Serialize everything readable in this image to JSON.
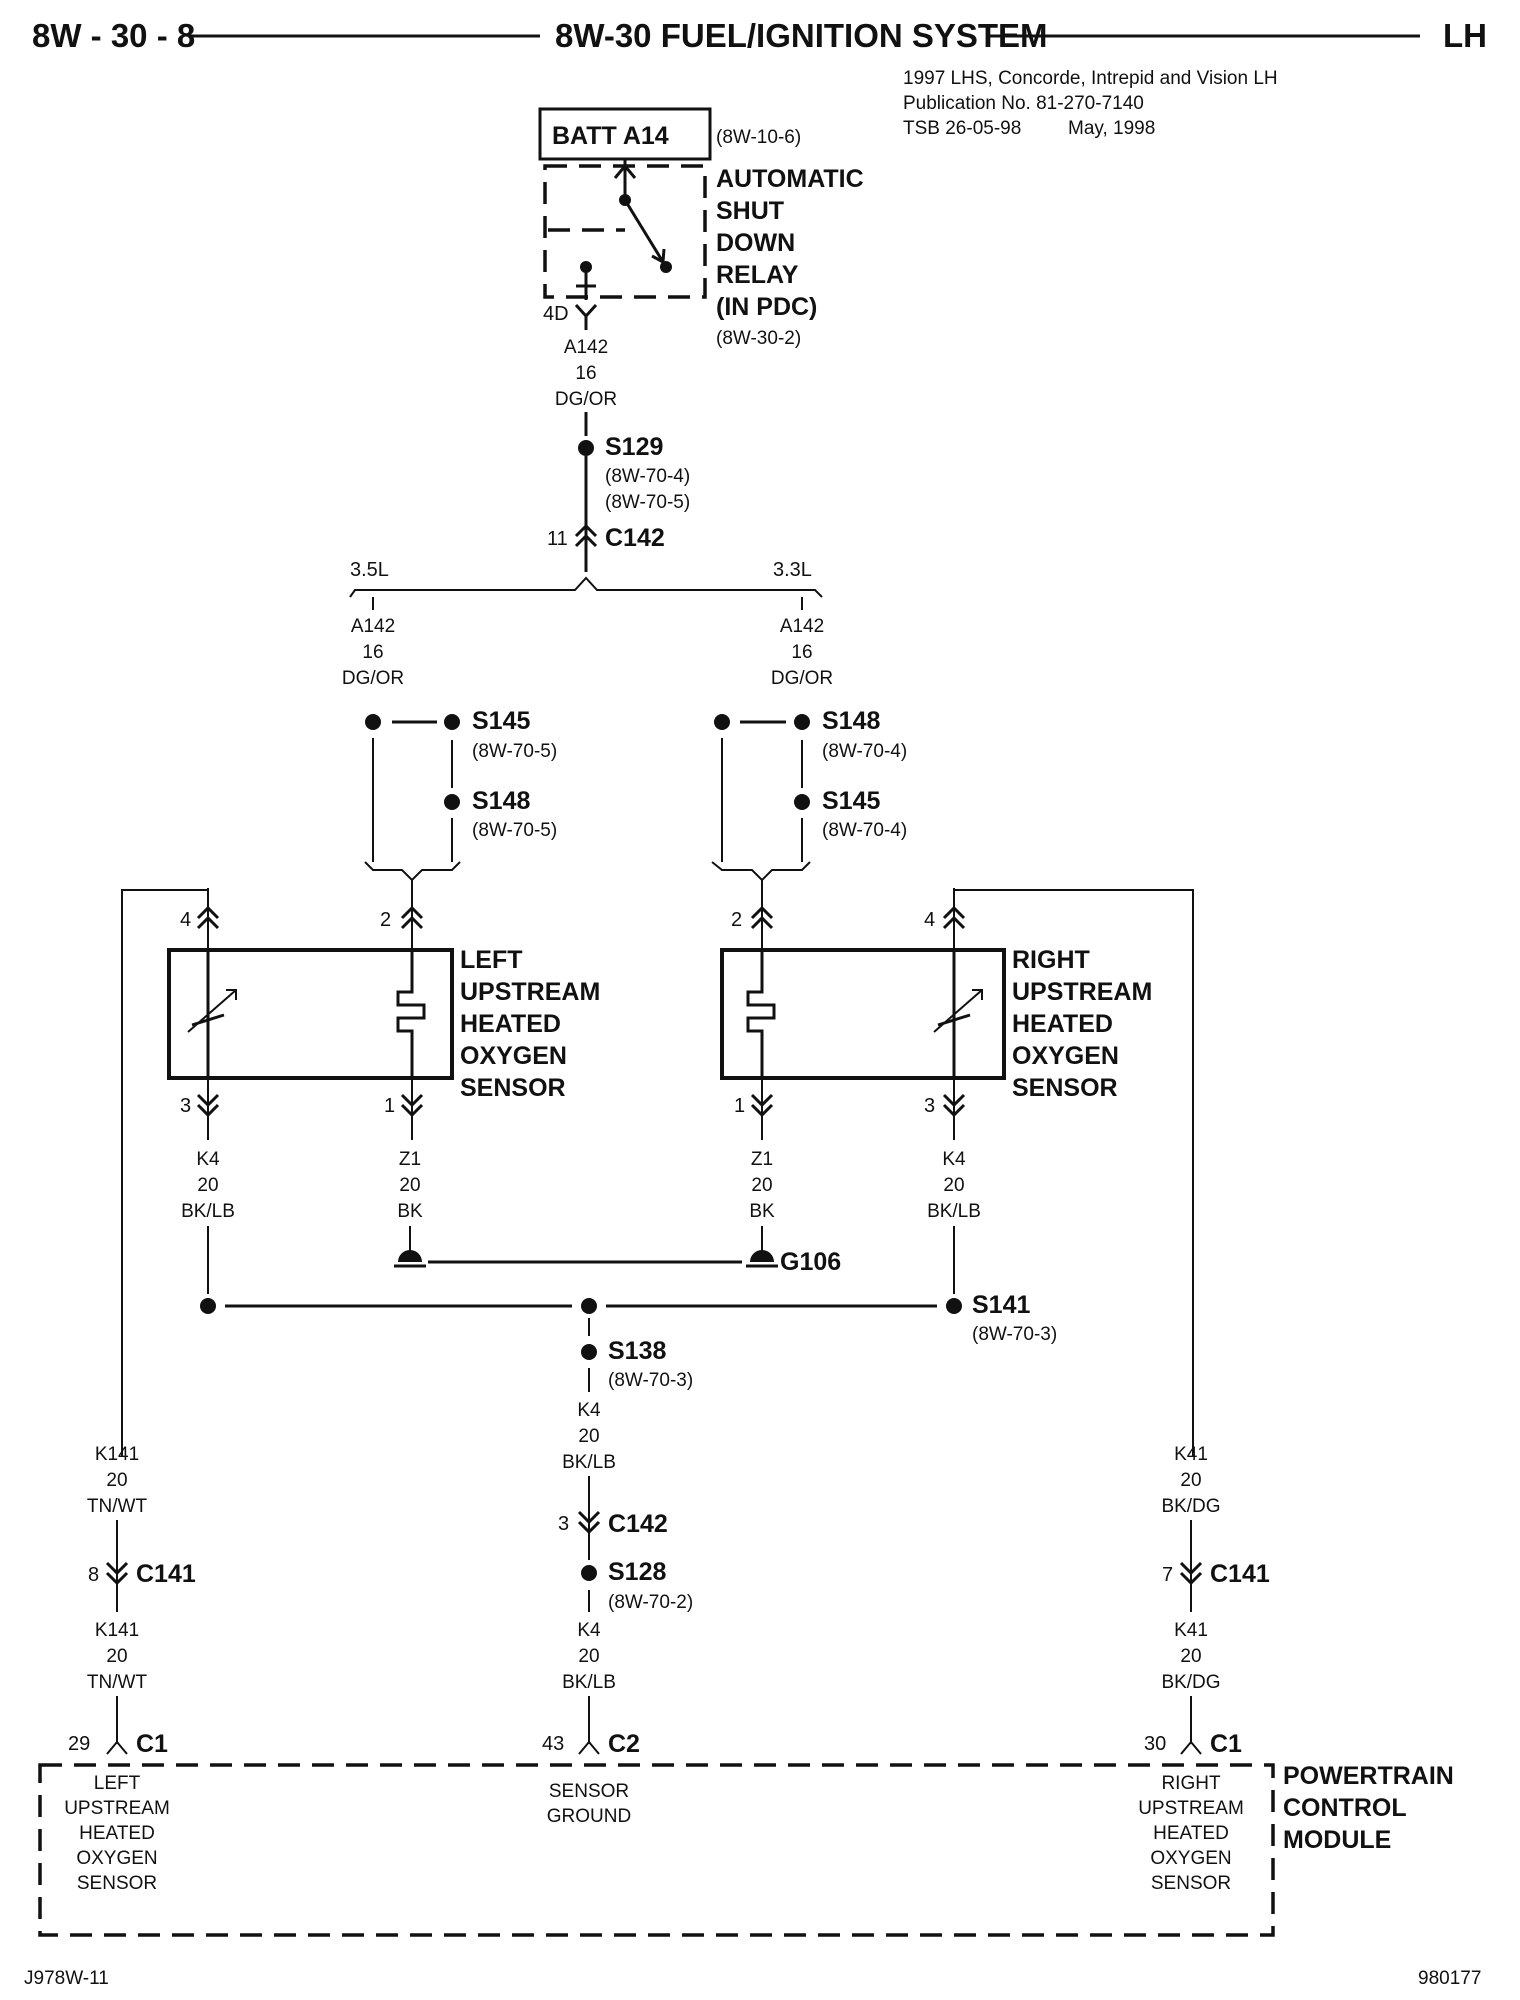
{
  "header": {
    "left": "8W - 30 - 8",
    "title": "8W-30 FUEL/IGNITION SYSTEM",
    "right": "LH",
    "pub_line1": "1997 LHS, Concorde, Intrepid and Vision LH",
    "pub_line2": "Publication No. 81-270-7140",
    "pub_line3_tsb": "TSB 26-05-98",
    "pub_line3_date": "May, 1998"
  },
  "top": {
    "batt_label": "BATT A14",
    "batt_ref": "(8W-10-6)",
    "relay_l1": "AUTOMATIC",
    "relay_l2": "SHUT",
    "relay_l3": "DOWN",
    "relay_l4": "RELAY",
    "relay_l5": "(IN PDC)",
    "relay_ref": "(8W-30-2)",
    "pin_4d": "4D",
    "w1_circuit": "A142",
    "w1_gauge": "16",
    "w1_color": "DG/OR",
    "s129": "S129",
    "s129_ref1": "(8W-70-4)",
    "s129_ref2": "(8W-70-5)",
    "c142_pin": "11",
    "c142": "C142"
  },
  "engine": {
    "left_label": "3.5L",
    "right_label": "3.3L"
  },
  "left_branch": {
    "circuit": "A142",
    "gauge": "16",
    "color": "DG/OR",
    "splice_a": "S145",
    "splice_a_ref": "(8W-70-5)",
    "splice_b": "S148",
    "splice_b_ref": "(8W-70-5)"
  },
  "right_branch": {
    "circuit": "A142",
    "gauge": "16",
    "color": "DG/OR",
    "splice_a": "S148",
    "splice_a_ref": "(8W-70-4)",
    "splice_b": "S145",
    "splice_b_ref": "(8W-70-4)"
  },
  "left_sensor": {
    "l1": "LEFT",
    "l2": "UPSTREAM",
    "l3": "HEATED",
    "l4": "OXYGEN",
    "l5": "SENSOR",
    "pin_top_sig": "4",
    "pin_top_heat": "2",
    "pin_bot_sig": "3",
    "pin_bot_heat": "1",
    "k4_circuit": "K4",
    "k4_gauge": "20",
    "k4_color": "BK/LB",
    "z1_circuit": "Z1",
    "z1_gauge": "20",
    "z1_color": "BK"
  },
  "right_sensor": {
    "l1": "RIGHT",
    "l2": "UPSTREAM",
    "l3": "HEATED",
    "l4": "OXYGEN",
    "l5": "SENSOR",
    "pin_top_heat": "2",
    "pin_top_sig": "4",
    "pin_bot_heat": "1",
    "pin_bot_sig": "3",
    "z1_circuit": "Z1",
    "z1_gauge": "20",
    "z1_color": "BK",
    "k4_circuit": "K4",
    "k4_gauge": "20",
    "k4_color": "BK/LB"
  },
  "ground": {
    "label": "G106"
  },
  "center": {
    "s141": "S141",
    "s141_ref": "(8W-70-3)",
    "s138": "S138",
    "s138_ref": "(8W-70-3)",
    "w_circuit": "K4",
    "w_gauge": "20",
    "w_color": "BK/LB",
    "c142_pin": "3",
    "c142": "C142",
    "s128": "S128",
    "s128_ref": "(8W-70-2)",
    "w2_circuit": "K4",
    "w2_gauge": "20",
    "w2_color": "BK/LB",
    "pcm_pin": "43",
    "pcm_conn": "C2"
  },
  "left_pcm_wire": {
    "circuit": "K141",
    "gauge": "20",
    "color": "TN/WT",
    "c141_pin": "8",
    "c141": "C141",
    "circuit2": "K141",
    "gauge2": "20",
    "color2": "TN/WT",
    "pcm_pin": "29",
    "pcm_conn": "C1"
  },
  "right_pcm_wire": {
    "circuit": "K41",
    "gauge": "20",
    "color": "BK/DG",
    "c141_pin": "7",
    "c141": "C141",
    "circuit2": "K41",
    "gauge2": "20",
    "color2": "BK/DG",
    "pcm_pin": "30",
    "pcm_conn": "C1"
  },
  "pcm": {
    "l1": "POWERTRAIN",
    "l2": "CONTROL",
    "l3": "MODULE",
    "left_l1": "LEFT",
    "left_l2": "UPSTREAM",
    "left_l3": "HEATED",
    "left_l4": "OXYGEN",
    "left_l5": "SENSOR",
    "center_l1": "SENSOR",
    "center_l2": "GROUND",
    "right_l1": "RIGHT",
    "right_l2": "UPSTREAM",
    "right_l3": "HEATED",
    "right_l4": "OXYGEN",
    "right_l5": "SENSOR"
  },
  "footer": {
    "left": "J978W-11",
    "right": "980177"
  }
}
